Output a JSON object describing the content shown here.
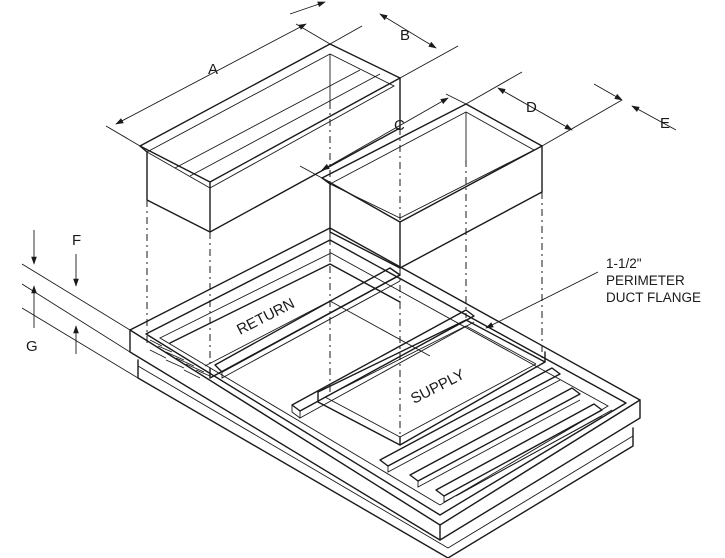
{
  "dimensions": {
    "a": "A",
    "b": "B",
    "c": "C",
    "d": "D",
    "e": "E",
    "f": "F",
    "g": "G"
  },
  "openings": {
    "return": "RETURN",
    "supply": "SUPPLY"
  },
  "callout": {
    "line1": "1-1/2\"",
    "line2": "PERIMETER",
    "line3": "DUCT FLANGE"
  }
}
